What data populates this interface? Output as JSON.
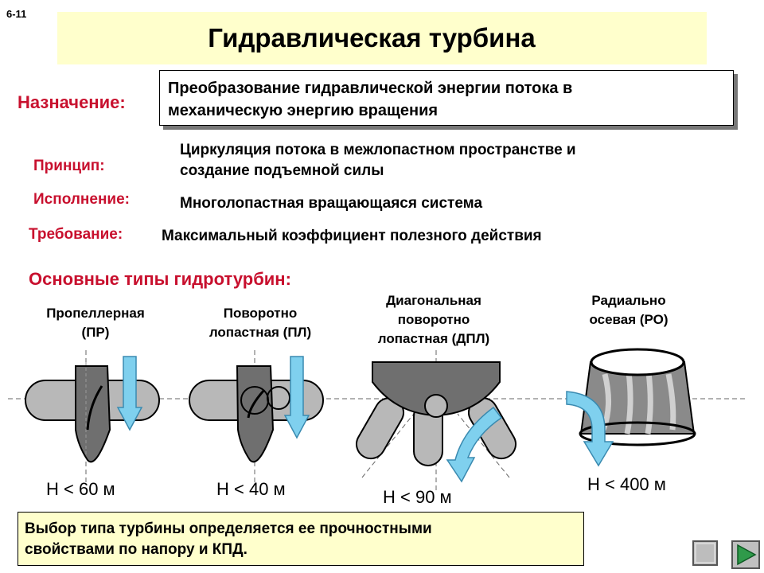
{
  "slide": {
    "number": "6-11",
    "title": "Гидравлическая турбина"
  },
  "purpose": {
    "label": "Назначение:",
    "line1": "Преобразование гидравлической энергии потока в",
    "line2": "механическую энергию вращения"
  },
  "principle": {
    "label": "Принцип:",
    "line1": "Циркуляция потока в межлопастном пространстве и",
    "line2": "создание подъемной силы"
  },
  "execution": {
    "label": "Исполнение:",
    "text": "Многолопастная вращающаяся система"
  },
  "requirement": {
    "label": "Требование:",
    "text": "Максимальный коэффициент полезного действия"
  },
  "types": {
    "heading": "Основные типы гидротурбин:",
    "items": [
      {
        "line1": "Пропеллерная",
        "line2": "(ПР)",
        "line3": "",
        "head": "H < 60 м"
      },
      {
        "line1": "Поворотно",
        "line2": "лопастная (ПЛ)",
        "line3": "",
        "head": "H < 40 м"
      },
      {
        "line1": "Диагональная",
        "line2": "поворотно",
        "line3": "лопастная (ДПЛ)",
        "head": "H < 90 м"
      },
      {
        "line1": "Радиально",
        "line2": "осевая (РО)",
        "line3": "",
        "head": "H < 400 м"
      }
    ]
  },
  "conclusion": {
    "line1": "Выбор типа турбины определяется ее прочностными",
    "line2": "свойствами по напору и КПД."
  },
  "navigation": {
    "back_icon": "back-button-icon",
    "forward_icon": "play-forward-icon"
  },
  "colors": {
    "title_bg": "#ffffcc",
    "label_red": "#c8102e",
    "arrow_blue": "#7fd0ee"
  }
}
